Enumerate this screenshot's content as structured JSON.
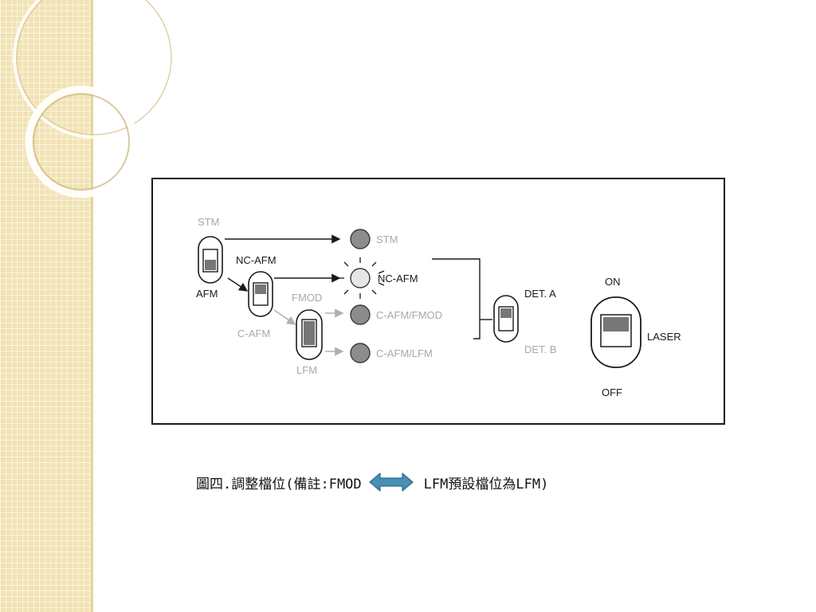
{
  "colors": {
    "band": "#f2e3b4",
    "arrow_fill": "#4a8fb5",
    "arrow_stroke": "#2b6a8f",
    "led_dark": "#8c8c8c",
    "led_lit": "#e6e6e6"
  },
  "figure": {
    "labels": {
      "stm_switch": "STM",
      "afm_switch": "AFM",
      "nc_afm_switch": "NC-AFM",
      "c_afm_switch": "C-AFM",
      "fmod_switch": "FMOD",
      "lfm_switch": "LFM",
      "led_stm": "STM",
      "led_nc_afm": "NC-AFM",
      "led_c_afm_fmod": "C-AFM/FMOD",
      "led_c_afm_lfm": "C-AFM/LFM",
      "det_a": "DET. A",
      "det_b": "DET. B",
      "laser_on": "ON",
      "laser": "LASER",
      "laser_off": "OFF"
    }
  },
  "caption": {
    "prefix": "圖四.調整檔位(備註:FMOD",
    "arrow_icon": "double-arrow-icon",
    "suffix": "LFM預設檔位為LFM)"
  }
}
